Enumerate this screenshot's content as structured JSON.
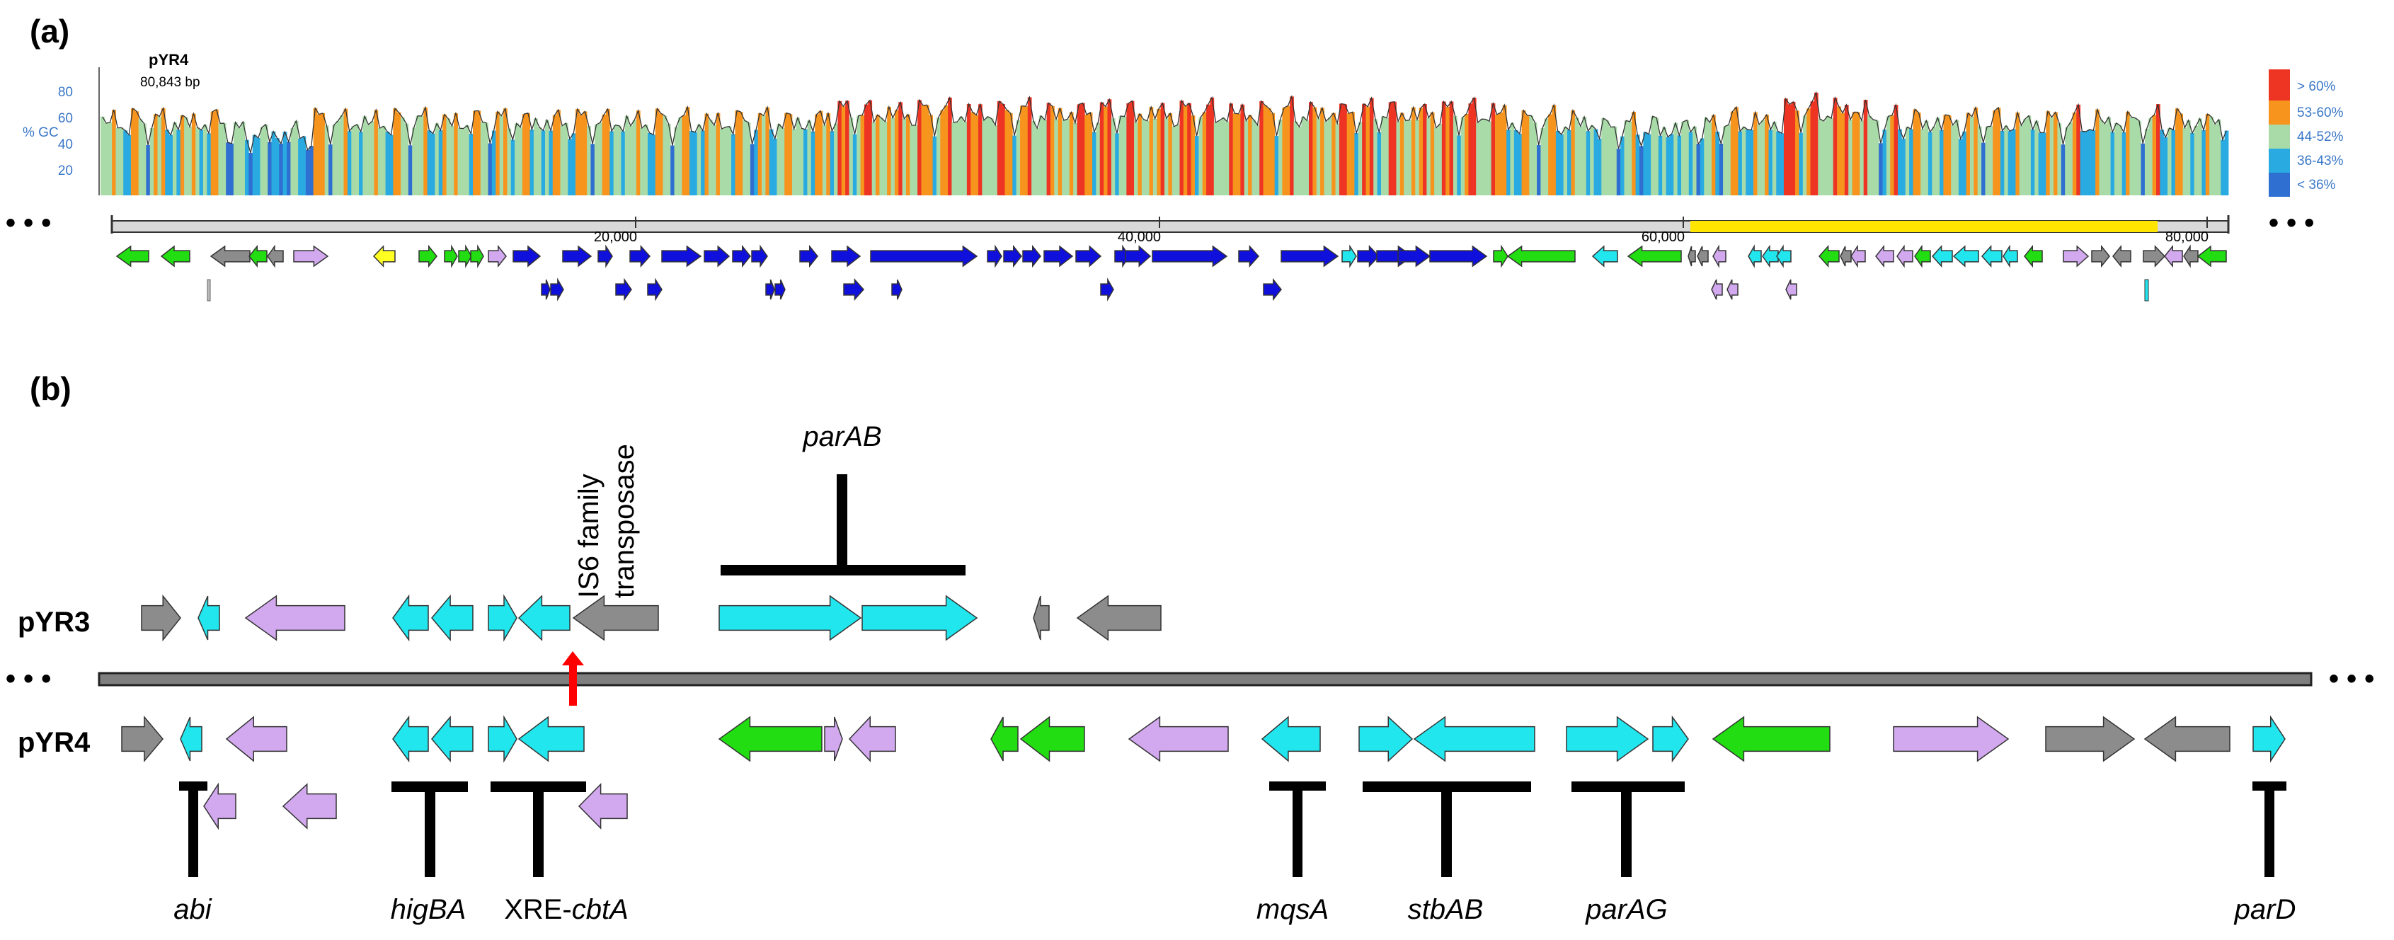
{
  "panel_a": {
    "label": "(a)",
    "plasmid_name": "pYR4",
    "plasmid_size": "80,843 bp",
    "y_axis_label": "% GC",
    "y_ticks": [
      "80",
      "60",
      "40",
      "20"
    ],
    "x_ticks": [
      "20,000",
      "40,000",
      "60,000",
      "80,000"
    ],
    "legend": [
      {
        "label": "> 60%",
        "color": "#ee3524"
      },
      {
        "label": "53-60%",
        "color": "#f7941d"
      },
      {
        "label": "44-52%",
        "color": "#a8dba8"
      },
      {
        "label": "36-43%",
        "color": "#29abe2"
      },
      {
        "label": "< 36%",
        "color": "#2e6fd1"
      }
    ],
    "highlight_color": "#ffe500",
    "ellipsis": "• • •"
  },
  "panel_b": {
    "label": "(b)",
    "rows": [
      "pYR3",
      "pYR4"
    ],
    "top_annotations": [
      {
        "id": "is6",
        "line1": "IS6 family",
        "line2": "transposase"
      },
      {
        "id": "parab",
        "text": "parAB"
      }
    ],
    "bottom_labels": [
      {
        "id": "abi",
        "parts": [
          {
            "text": "abi",
            "italic": true
          }
        ]
      },
      {
        "id": "higba",
        "parts": [
          {
            "text": "higBA",
            "italic": true
          }
        ]
      },
      {
        "id": "xre",
        "parts": [
          {
            "text": "XRE-",
            "italic": false
          },
          {
            "text": "cbtA",
            "italic": true
          }
        ]
      },
      {
        "id": "mqsa",
        "parts": [
          {
            "text": "mqsA",
            "italic": true
          }
        ]
      },
      {
        "id": "stbab",
        "parts": [
          {
            "text": "stbAB",
            "italic": true
          }
        ]
      },
      {
        "id": "parag",
        "parts": [
          {
            "text": "parAG",
            "italic": true
          }
        ]
      },
      {
        "id": "pard",
        "parts": [
          {
            "text": "parD",
            "italic": true
          }
        ]
      }
    ],
    "insertion_marker_color": "#ff0000",
    "ellipsis": "• • •"
  },
  "colors": {
    "green": "#22dd11",
    "cyan": "#22e6ee",
    "grey": "#8c8c8c",
    "lavender": "#d2a8ee",
    "yellow": "#ffff22",
    "blue": "#1010dd"
  }
}
